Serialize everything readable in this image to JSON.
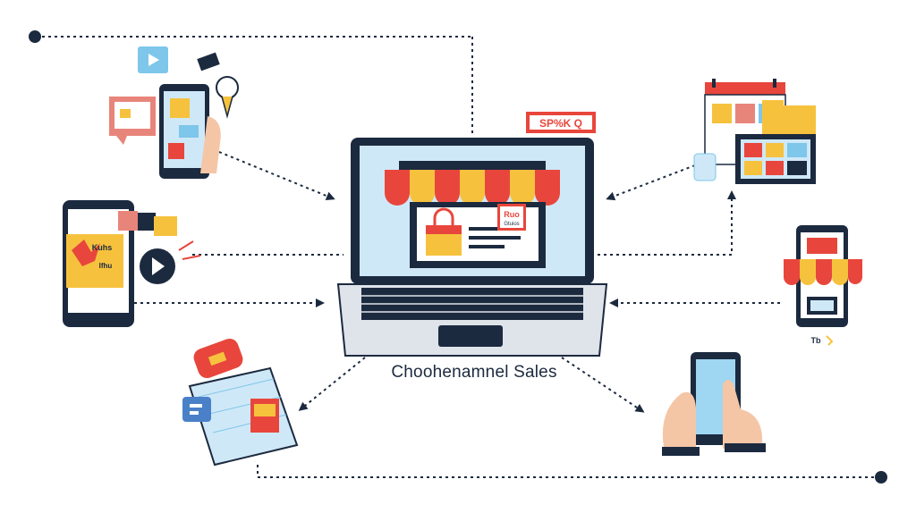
{
  "caption": "Choohenamnel Sales",
  "center": {
    "tag_text": "SP%K Q",
    "badge_text": "Ruo",
    "badge_subtext": "Gtuios"
  },
  "left_phone": {
    "label_line1": "Kuhs",
    "label_line2": "Ifhu"
  },
  "right_shop": {
    "small_label": "Tb"
  },
  "colors": {
    "navy": "#1c2a3f",
    "screen_blue": "#cfe8f7",
    "awning_red": "#e8463c",
    "awning_yellow": "#f6c23e",
    "dash": "#1c2a3f"
  }
}
